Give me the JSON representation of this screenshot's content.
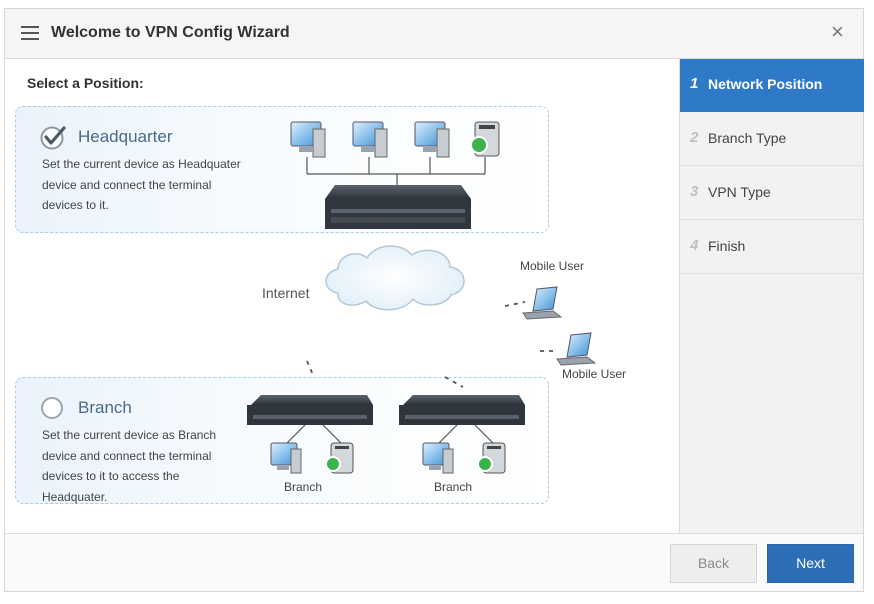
{
  "window": {
    "title": "Welcome to VPN Config Wizard",
    "menu_icon": "hamburger-menu-icon",
    "close_icon": "close-icon",
    "close_glyph": "×"
  },
  "main": {
    "section_title": "Select a Position:",
    "headquarter": {
      "label": "Headquarter",
      "description": "Set the current device as Headquater device and connect the terminal devices to it.",
      "selected": true
    },
    "branch": {
      "label": "Branch",
      "description": "Set the current device as Branch device and connect the terminal devices to it to access the Headquater.",
      "selected": false
    },
    "diagram": {
      "internet_label": "Internet",
      "mobile_user_1": "Mobile User",
      "mobile_user_2": "Mobile User",
      "branch_1_label": "Branch",
      "branch_2_label": "Branch"
    }
  },
  "sidebar": {
    "steps": [
      {
        "num": "1",
        "label": "Network Position",
        "active": true
      },
      {
        "num": "2",
        "label": "Branch Type",
        "active": false
      },
      {
        "num": "3",
        "label": "VPN Type",
        "active": false
      },
      {
        "num": "4",
        "label": "Finish",
        "active": false
      }
    ]
  },
  "footer": {
    "back_label": "Back",
    "next_label": "Next"
  },
  "colors": {
    "accent": "#2f79c9",
    "next_button": "#2d6fb7",
    "option_border": "#a9cde8"
  }
}
